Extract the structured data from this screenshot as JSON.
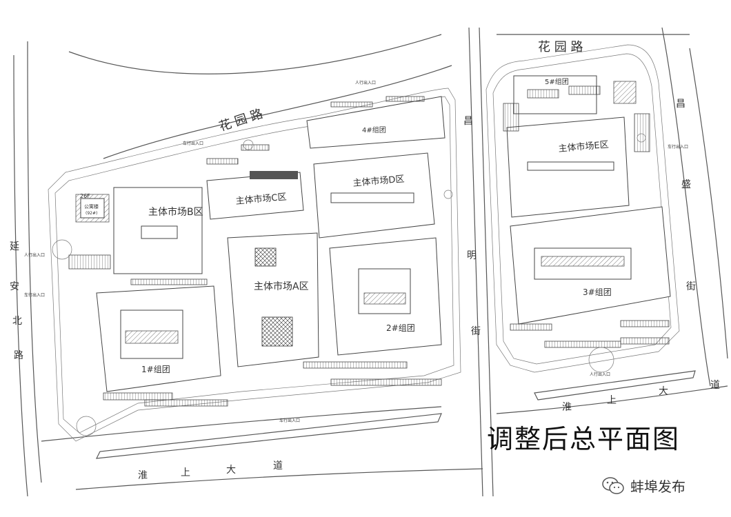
{
  "title": "调整后总平面图",
  "watermark": "蚌埠发布",
  "icons": {
    "watermark": "wechat-icon"
  },
  "roads": {
    "top_left": "花 园 路",
    "top_right": "花 园 路",
    "left": [
      "延",
      "安",
      "北",
      "路"
    ],
    "middle": [
      "昌",
      "明",
      "街"
    ],
    "right": [
      "昌",
      "盛",
      "街"
    ],
    "bottom_left": [
      "淮",
      "上",
      "大",
      "道"
    ],
    "bottom_right": [
      "淮",
      "上",
      "大",
      "道"
    ]
  },
  "zones": {
    "b": "主体市场B区",
    "c": "主体市场C区",
    "d": "主体市场D区",
    "a": "主体市场A区",
    "e": "主体市场E区",
    "g1": "1#组团",
    "g2": "2#组团",
    "g3": "3#组团",
    "g4": "4#组团",
    "g5": "5#组团"
  },
  "building_26f": {
    "floors": "26F",
    "name": "公寓楼",
    "note": "(92#)"
  },
  "entrances": {
    "pedestrian": "人行出入口",
    "vehicle": "车行出入口"
  }
}
